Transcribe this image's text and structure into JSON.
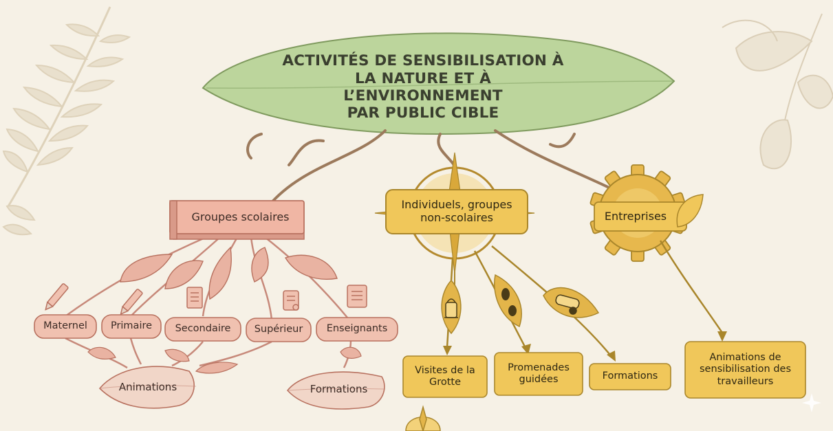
{
  "title_lines": [
    "ACTIVITÉS DE SENSIBILISATION À",
    "LA NATURE ET À L’ENVIRONNEMENT",
    "PAR PUBLIC CIBLE"
  ],
  "groupes": {
    "label": "Groupes scolaires",
    "levels": [
      "Maternel",
      "Primaire",
      "Secondaire",
      "Supérieur",
      "Enseignants"
    ],
    "outcome_animations": "Animations",
    "outcome_formations": "Formations"
  },
  "individuels": {
    "label_lines": [
      "Individuels, groupes",
      "non-scolaires"
    ],
    "activities": [
      {
        "lines": [
          "Visites de la",
          "Grotte"
        ],
        "icon": "lantern-icon"
      },
      {
        "lines": [
          "Promenades",
          "guidées"
        ],
        "icon": "footprint-icon"
      },
      {
        "lines": [
          "Formations"
        ],
        "icon": "diploma-icon"
      }
    ]
  },
  "entreprises": {
    "label": "Entreprises",
    "activity_lines": [
      "Animations de",
      "sensibilisation des",
      "travailleurs"
    ]
  },
  "colors": {
    "background": "#f6f1e6",
    "title_leaf": "#b9d49a",
    "pink_box": "#f0c1b0",
    "pink_border": "#b8715f",
    "gold_box": "#f0c75a",
    "gold_border": "#a9862b",
    "branch": "#9c7a5c"
  }
}
